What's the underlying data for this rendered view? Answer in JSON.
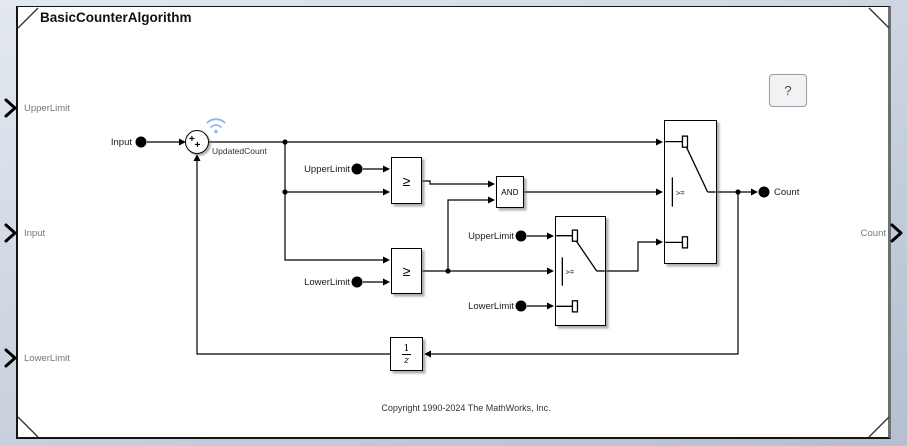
{
  "diagram": {
    "title": "BasicCounterAlgorithm",
    "copyright": "Copyright 1990-2024 The MathWorks, Inc.",
    "help_button": "?"
  },
  "edge_ports": {
    "left": [
      {
        "label": "UpperLimit"
      },
      {
        "label": "Input"
      },
      {
        "label": "LowerLimit"
      }
    ],
    "right": [
      {
        "label": "Count"
      }
    ]
  },
  "signal_labels": {
    "input": "Input",
    "upper_limit_1": "UpperLimit",
    "lower_limit_1": "LowerLimit",
    "upper_limit_2": "UpperLimit",
    "lower_limit_2": "LowerLimit",
    "count": "Count",
    "updated_count": "UpdatedCount"
  },
  "blocks": {
    "sum": {
      "sign_top": "+",
      "sign_bottom": "+"
    },
    "relational_upper": {
      "operator": "≥"
    },
    "relational_lower": {
      "operator": "≥"
    },
    "logical_and": {
      "operator": "AND"
    },
    "switch_inner": {
      "criteria": ">="
    },
    "switch_outer": {
      "criteria": ">="
    },
    "unit_delay": {
      "numerator": "1",
      "denominator": "z"
    }
  },
  "colors": {
    "canvas_background": "#ffffff",
    "margin_top": "#e4e9f0",
    "margin_bottom": "#b4bfd0",
    "wire": "#000000",
    "logging_badge": "#7fb3e3",
    "edge_label": "#6f7880"
  }
}
